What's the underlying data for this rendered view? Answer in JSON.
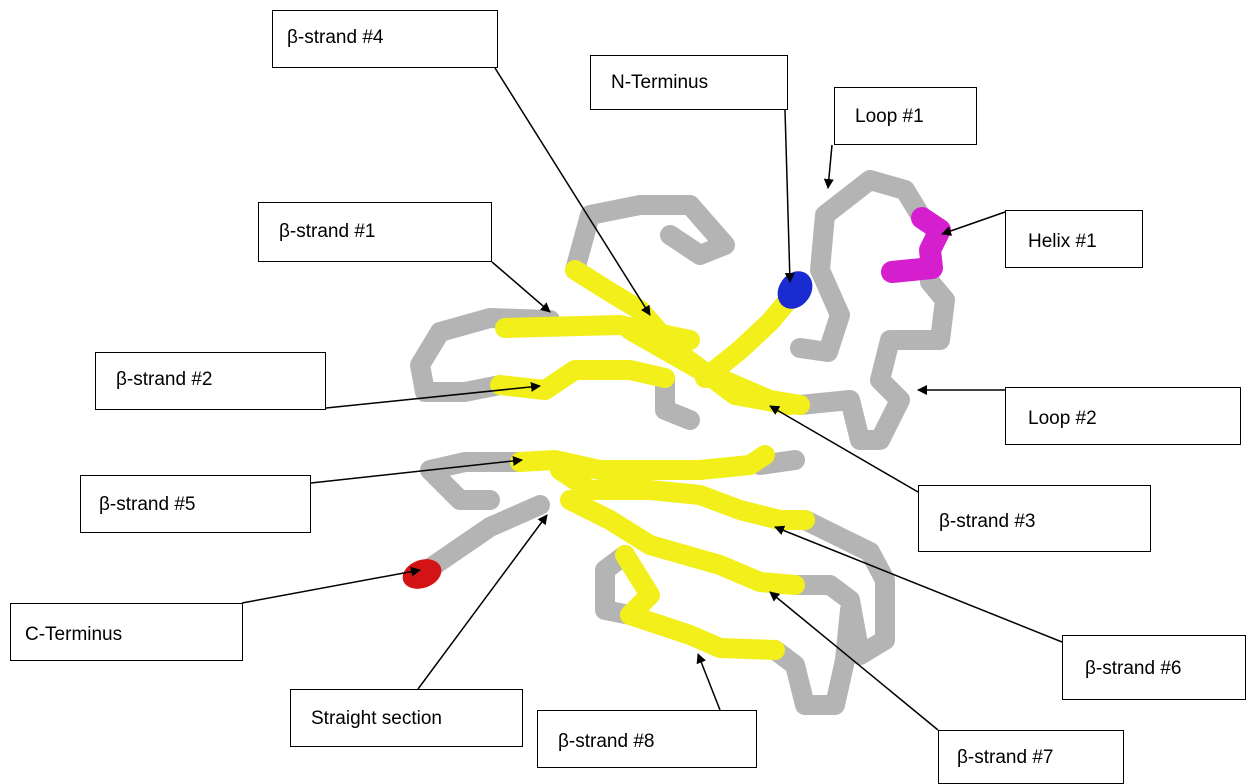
{
  "diagram": {
    "subject": "protein-backbone-tube",
    "colors": {
      "coil": "#b4b4b4",
      "strand": "#f2ef1a",
      "helix": "#d51fcf",
      "n_terminus": "#1b2bd2",
      "c_terminus": "#d41414",
      "connector": "#000000"
    },
    "labels": {
      "beta_strand_4": "β-strand #4",
      "n_terminus": "N-Terminus",
      "loop_1": "Loop #1",
      "beta_strand_1": "β-strand #1",
      "helix_1": "Helix #1",
      "beta_strand_2": "β-strand #2",
      "loop_2": "Loop #2",
      "beta_strand_5": "β-strand #5",
      "beta_strand_3": "β-strand #3",
      "c_terminus": "C-Terminus",
      "beta_strand_6": "β-strand #6",
      "straight_section": "Straight section",
      "beta_strand_8": "β-strand #8",
      "beta_strand_7": "β-strand #7"
    }
  }
}
